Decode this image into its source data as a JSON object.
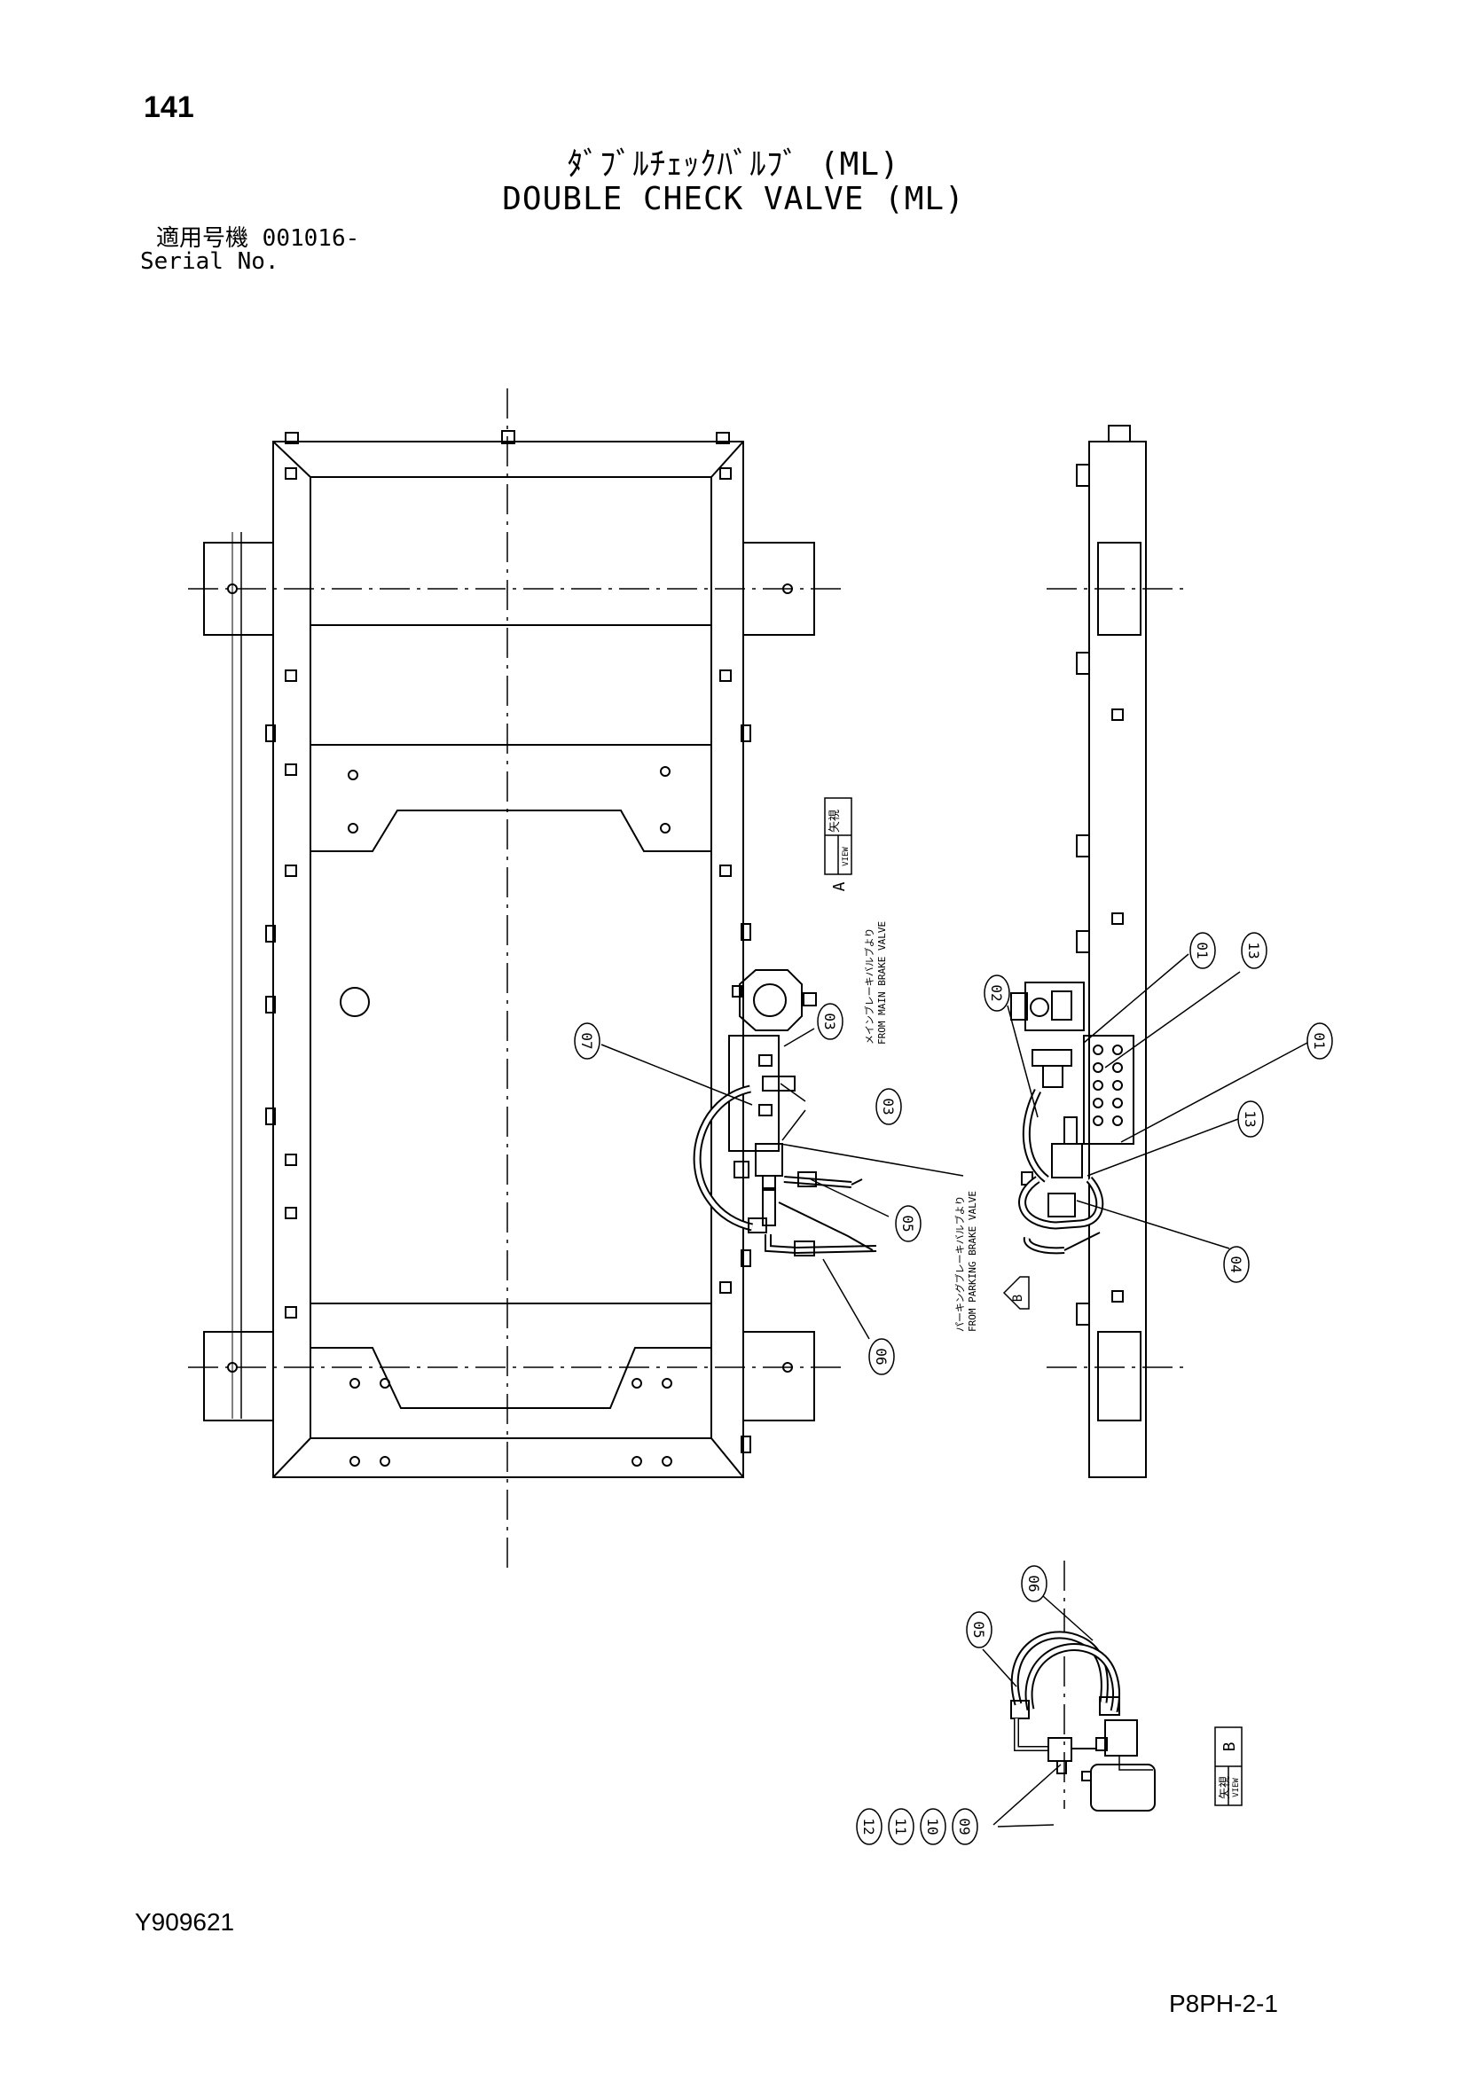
{
  "page_number": "141",
  "title_jp": "ﾀﾞﾌﾞﾙﾁｪｯｸﾊﾞﾙﾌﾞ (ML)",
  "title_en": "DOUBLE CHECK VALVE (ML)",
  "serial": {
    "label_jp": "適用号機",
    "value": "001016-",
    "label_en": "Serial No."
  },
  "notes": {
    "main_brake_jp": "メインブレーキバルブより",
    "main_brake_en": "FROM MAIN BRAKE VALVE",
    "parking_brake_jp": "パーキングブレーキバルブより",
    "parking_brake_en": "FROM PARKING BRAKE VALVE"
  },
  "views": {
    "view_a_jp": "矢視",
    "view_a_en": "VIEW",
    "view_a_letter": "A",
    "view_b_jp": "矢視",
    "view_b_en": "VIEW",
    "view_b_letter": "B",
    "arrow_b_letter": "B"
  },
  "callouts": [
    "01",
    "02",
    "03",
    "04",
    "05",
    "06",
    "07",
    "09",
    "10",
    "11",
    "12",
    "13"
  ],
  "doc_code": "Y909621",
  "page_ref": "P8PH-2-1"
}
